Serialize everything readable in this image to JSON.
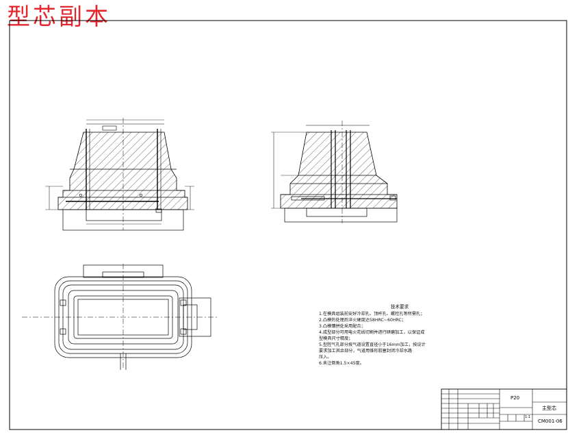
{
  "watermark": "型芯副本",
  "technical_requirements": {
    "title": "技术要求",
    "lines": [
      "1.在模具组装前安好冷却孔、顶杆孔、螺栓孔等所需孔；",
      "2.凸模热处理后淬火硬度达58HRC~60HRC；",
      "3.凸模镶拼处采用配合；",
      "4.成型部分可用电火花线切割并进行研磨加工，以保证成",
      "型模具尺寸精度；",
      "5.型腔气孔部分按气道设置直径小于16mm加工，按设计",
      "要求加工其余部分，气道用锥形胶塞封闭冷却水路",
      "压入。",
      "6.未注倒角1.5×45度。"
    ]
  },
  "title_block": {
    "material": "P20",
    "part_name": "主型芯",
    "drawing_number": "CM001-06",
    "scale": "1:1"
  }
}
